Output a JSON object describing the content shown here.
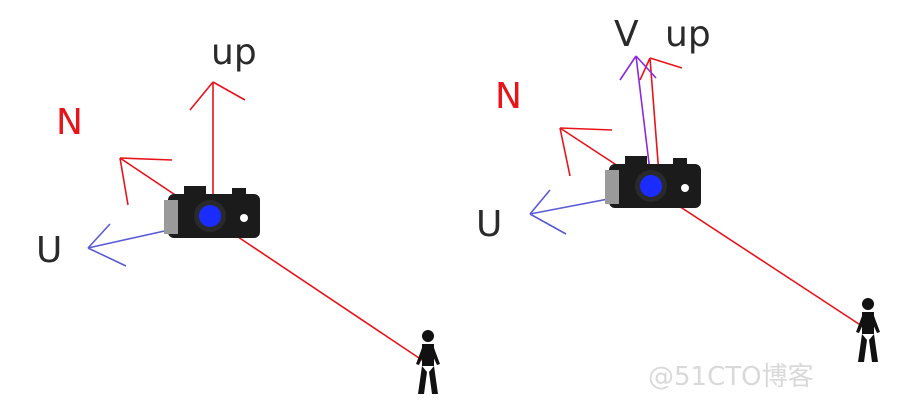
{
  "colors": {
    "n_axis": "#e8141b",
    "u_axis": "#5b5bd6",
    "v_axis": "#8a2be2",
    "up_axis": "#e8141b",
    "camera_body": "#1b1b1b",
    "camera_lens": "#1a2cff",
    "person": "#111111",
    "watermark": "#d9d9d9"
  },
  "left_panel": {
    "labels": {
      "n": "N",
      "u": "U",
      "up": "up"
    }
  },
  "right_panel": {
    "labels": {
      "n": "N",
      "u": "U",
      "v": "V",
      "up": "up"
    }
  },
  "watermark": "@51CTO博客"
}
